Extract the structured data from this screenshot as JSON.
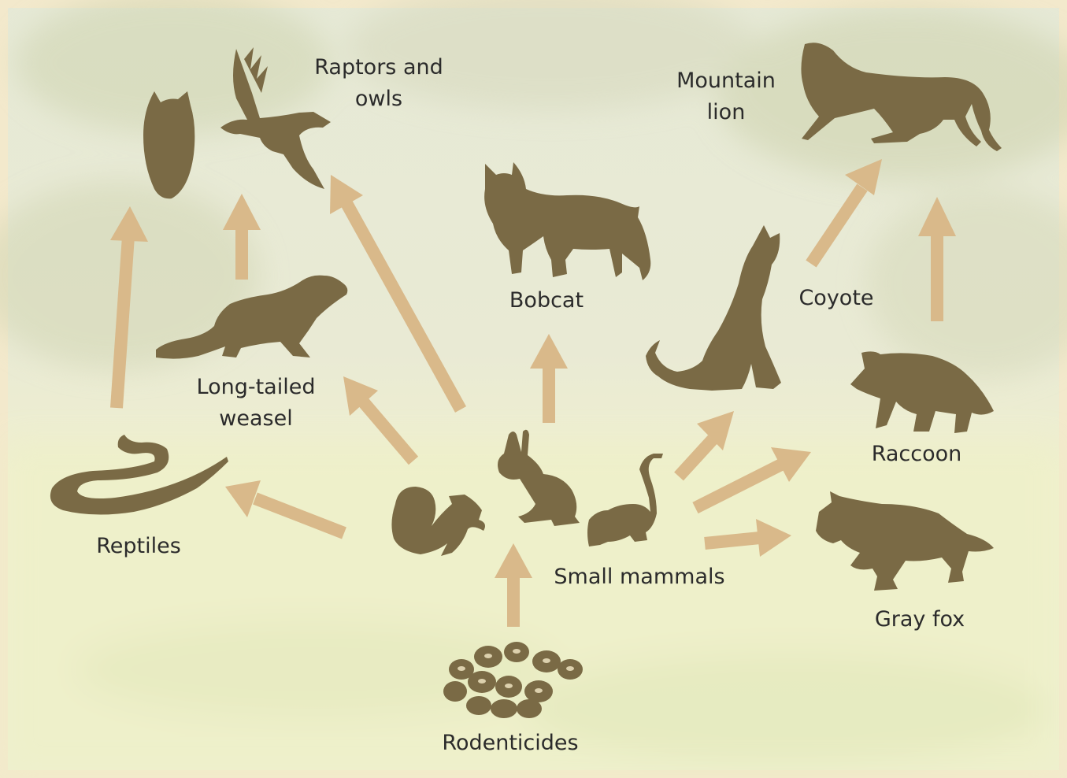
{
  "palette": {
    "silhouette": "#7a6a45",
    "arrow": "#d9b98a",
    "frame": "#f3e9cc",
    "label": "#2b2b2b"
  },
  "labels": {
    "raptors_line1": "Raptors and",
    "raptors_line2": "owls",
    "mountain_line1": "Mountain",
    "mountain_line2": "lion",
    "bobcat": "Bobcat",
    "coyote": "Coyote",
    "weasel_line1": "Long-tailed",
    "weasel_line2": "weasel",
    "raccoon": "Raccoon",
    "reptiles": "Reptiles",
    "small_mammals": "Small mammals",
    "gray_fox": "Gray fox",
    "rodenticides": "Rodenticides"
  }
}
